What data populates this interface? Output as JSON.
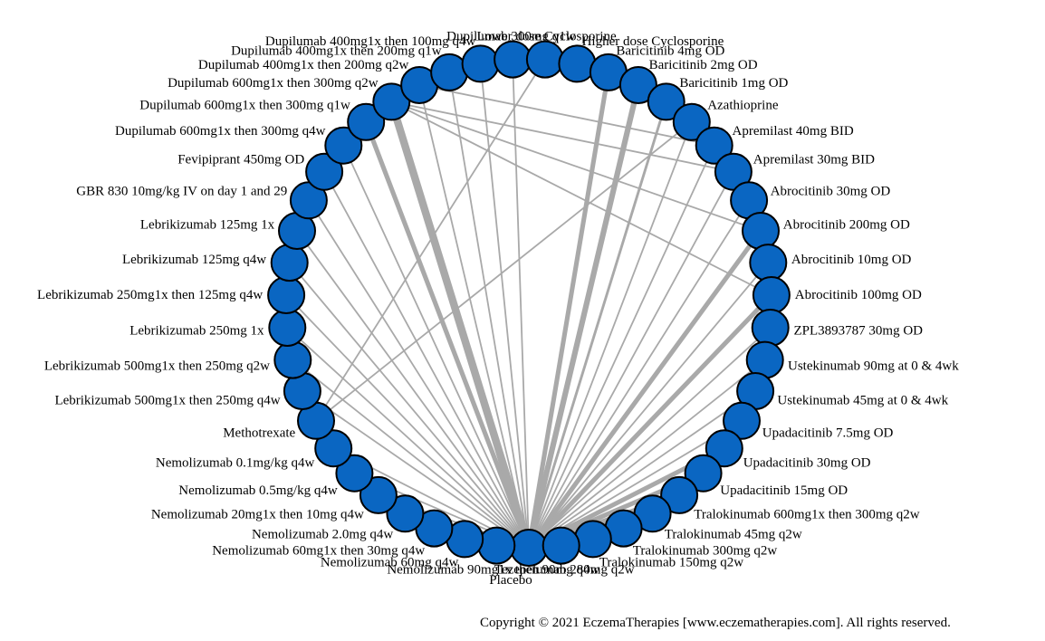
{
  "nodes": [
    "Placebo",
    "Nemolizumab 90mg1x then 90mg q4w",
    "Nemolizumab 60mg q4w",
    "Nemolizumab 60mg1x then 30mg q4w",
    "Nemolizumab 2.0mg q4w",
    "Nemolizumab 20mg1x then 10mg q4w",
    "Nemolizumab 0.5mg/kg q4w",
    "Nemolizumab 0.1mg/kg q4w",
    "Methotrexate",
    "Lebrikizumab 500mg1x then 250mg q4w",
    "Lebrikizumab 500mg1x then 250mg q2w",
    "Lebrikizumab 250mg 1x",
    "Lebrikizumab 250mg1x then 125mg q4w",
    "Lebrikizumab 125mg q4w",
    "Lebrikizumab 125mg 1x",
    "GBR 830 10mg/kg IV on day 1 and 29",
    "Fevipiprant 450mg OD",
    "Dupilumab 600mg1x then 300mg q4w",
    "Dupilumab 600mg1x then 300mg q1w",
    "Dupilumab 600mg1x then 300mg q2w",
    "Dupilumab 400mg1x then 200mg q2w",
    "Dupilumab 400mg1x then 200mg q1w",
    "Dupilumab 400mg1x then 100mg q4w",
    "Dupilumab 300mg q1w",
    "Lower dose Cyclosporine",
    "Higher dose Cyclosporine",
    "Baricitinib 4mg OD",
    "Baricitinib 2mg OD",
    "Baricitinib 1mg OD",
    "Azathioprine",
    "Apremilast 40mg BID",
    "Apremilast 30mg BID",
    "Abrocitinib 30mg OD",
    "Abrocitinib 200mg OD",
    "Abrocitinib 10mg OD",
    "Abrocitinib 100mg OD",
    "ZPL3893787 30mg OD",
    "Ustekinumab 90mg at 0 & 4wk",
    "Ustekinumab 45mg at 0 & 4wk",
    "Upadacitinib 7.5mg OD",
    "Upadacitinib 30mg OD",
    "Upadacitinib 15mg OD",
    "Tralokinumab 600mg1x then 300mg q2w",
    "Tralokinumab 45mg q2w",
    "Tralokinumab 300mg q2w",
    "Tralokinumab 150mg q2w",
    "Tezepelumab 280mg q2w"
  ],
  "edges": [
    {
      "a": "Placebo",
      "b": "Nemolizumab 90mg1x then 90mg q4w",
      "w": 1
    },
    {
      "a": "Placebo",
      "b": "Nemolizumab 60mg q4w",
      "w": 1
    },
    {
      "a": "Placebo",
      "b": "Nemolizumab 60mg1x then 30mg q4w",
      "w": 1
    },
    {
      "a": "Placebo",
      "b": "Nemolizumab 2.0mg q4w",
      "w": 1
    },
    {
      "a": "Placebo",
      "b": "Nemolizumab 20mg1x then 10mg q4w",
      "w": 1
    },
    {
      "a": "Placebo",
      "b": "Nemolizumab 0.5mg/kg q4w",
      "w": 1
    },
    {
      "a": "Placebo",
      "b": "Nemolizumab 0.1mg/kg q4w",
      "w": 1
    },
    {
      "a": "Placebo",
      "b": "Lebrikizumab 500mg1x then 250mg q4w",
      "w": 1
    },
    {
      "a": "Placebo",
      "b": "Lebrikizumab 500mg1x then 250mg q2w",
      "w": 1
    },
    {
      "a": "Placebo",
      "b": "Lebrikizumab 250mg 1x",
      "w": 1
    },
    {
      "a": "Placebo",
      "b": "Lebrikizumab 250mg1x then 125mg q4w",
      "w": 1
    },
    {
      "a": "Placebo",
      "b": "Lebrikizumab 125mg q4w",
      "w": 1
    },
    {
      "a": "Placebo",
      "b": "Lebrikizumab 125mg 1x",
      "w": 1
    },
    {
      "a": "Placebo",
      "b": "GBR 830 10mg/kg IV on day 1 and 29",
      "w": 1
    },
    {
      "a": "Placebo",
      "b": "Fevipiprant 450mg OD",
      "w": 1
    },
    {
      "a": "Placebo",
      "b": "Dupilumab 600mg1x then 300mg q4w",
      "w": 1
    },
    {
      "a": "Placebo",
      "b": "Dupilumab 600mg1x then 300mg q1w",
      "w": 4
    },
    {
      "a": "Placebo",
      "b": "Dupilumab 600mg1x then 300mg q2w",
      "w": 7
    },
    {
      "a": "Placebo",
      "b": "Dupilumab 400mg1x then 200mg q2w",
      "w": 1
    },
    {
      "a": "Placebo",
      "b": "Dupilumab 400mg1x then 200mg q1w",
      "w": 1
    },
    {
      "a": "Placebo",
      "b": "Dupilumab 400mg1x then 100mg q4w",
      "w": 1
    },
    {
      "a": "Placebo",
      "b": "Dupilumab 300mg q1w",
      "w": 1
    },
    {
      "a": "Placebo",
      "b": "Baricitinib 4mg OD",
      "w": 4
    },
    {
      "a": "Placebo",
      "b": "Baricitinib 2mg OD",
      "w": 5
    },
    {
      "a": "Placebo",
      "b": "Baricitinib 1mg OD",
      "w": 2
    },
    {
      "a": "Placebo",
      "b": "Azathioprine",
      "w": 1
    },
    {
      "a": "Placebo",
      "b": "Apremilast 40mg BID",
      "w": 1
    },
    {
      "a": "Placebo",
      "b": "Apremilast 30mg BID",
      "w": 1
    },
    {
      "a": "Placebo",
      "b": "Abrocitinib 30mg OD",
      "w": 1
    },
    {
      "a": "Placebo",
      "b": "Abrocitinib 200mg OD",
      "w": 4
    },
    {
      "a": "Placebo",
      "b": "Abrocitinib 10mg OD",
      "w": 1
    },
    {
      "a": "Placebo",
      "b": "Abrocitinib 100mg OD",
      "w": 4
    },
    {
      "a": "Placebo",
      "b": "ZPL3893787 30mg OD",
      "w": 1
    },
    {
      "a": "Placebo",
      "b": "Ustekinumab 90mg at 0 & 4wk",
      "w": 1
    },
    {
      "a": "Placebo",
      "b": "Ustekinumab 45mg at 0 & 4wk",
      "w": 1
    },
    {
      "a": "Placebo",
      "b": "Upadacitinib 7.5mg OD",
      "w": 1
    },
    {
      "a": "Placebo",
      "b": "Upadacitinib 30mg OD",
      "w": 4
    },
    {
      "a": "Placebo",
      "b": "Upadacitinib 15mg OD",
      "w": 4
    },
    {
      "a": "Placebo",
      "b": "Tralokinumab 600mg1x then 300mg q2w",
      "w": 5
    },
    {
      "a": "Placebo",
      "b": "Tralokinumab 45mg q2w",
      "w": 1
    },
    {
      "a": "Placebo",
      "b": "Tralokinumab 300mg q2w",
      "w": 1
    },
    {
      "a": "Placebo",
      "b": "Tralokinumab 150mg q2w",
      "w": 1
    },
    {
      "a": "Placebo",
      "b": "Tezepelumab 280mg q2w",
      "w": 1
    },
    {
      "a": "Methotrexate",
      "b": "Lower dose Cyclosporine",
      "w": 1
    },
    {
      "a": "Methotrexate",
      "b": "Azathioprine",
      "w": 1
    },
    {
      "a": "Dupilumab 600mg1x then 300mg q2w",
      "b": "Abrocitinib 100mg OD",
      "w": 1
    },
    {
      "a": "Dupilumab 600mg1x then 300mg q2w",
      "b": "Abrocitinib 200mg OD",
      "w": 1
    },
    {
      "a": "Dupilumab 600mg1x then 300mg q2w",
      "b": "Apremilast 30mg BID",
      "w": 1
    },
    {
      "a": "Dupilumab 400mg1x then 200mg q2w",
      "b": "Apremilast 40mg BID",
      "w": 1
    },
    {
      "a": "Lower dose Cyclosporine",
      "b": "Higher dose Cyclosporine",
      "w": 1
    }
  ],
  "copyright": "Copyright © 2021 EczemaTherapies [www.eczematherapies.com]. All rights reserved.",
  "colors": {
    "node_fill": "#0a66c2",
    "edge": "#a9a9a9"
  }
}
